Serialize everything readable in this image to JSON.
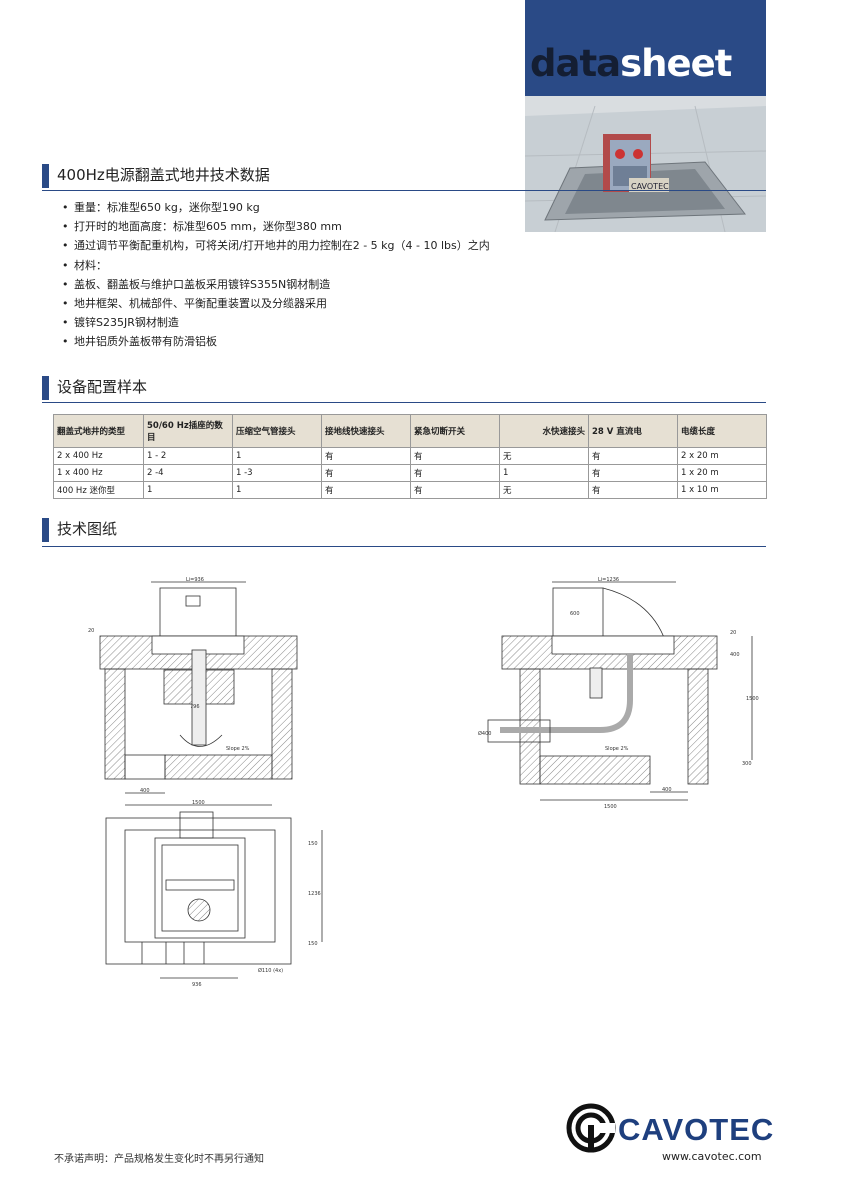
{
  "header": {
    "title_part1": "data",
    "title_part2": "sheet",
    "photo_label": "CAVOTEC"
  },
  "section1": {
    "title": "400Hz电源翻盖式地井技术数据",
    "bullets": [
      "重量：标准型650 kg，迷你型190 kg",
      "打开时的地面高度：标准型605 mm，迷你型380 mm",
      "通过调节平衡配重机构，可将关闭/打开地井的用力控制在2 - 5 kg（4 - 10 lbs）之内",
      "材料：",
      "盖板、翻盖板与维护口盖板采用镀锌S355N钢材制造",
      "地井框架、机械部件、平衡配重装置以及分缆器采用",
      "镀锌S235JR钢材制造",
      "地井铝质外盖板带有防滑铝板"
    ]
  },
  "section2": {
    "title": "设备配置样本",
    "columns": [
      "翻盖式地井的类型",
      "50/60 Hz插座的数目",
      "压缩空气管接头",
      "接地线快速接头",
      "紧急切断开关",
      "水快速接头",
      "28 V 直流电",
      "电缆长度"
    ],
    "rows": [
      [
        "2 x 400 Hz",
        "1 - 2",
        "1",
        "有",
        "有",
        "无",
        "有",
        "2 x 20 m"
      ],
      [
        "1 x 400 Hz",
        "2 -4",
        "1 -3",
        "有",
        "有",
        "1",
        "有",
        "1 x 20 m"
      ],
      [
        "400 Hz  迷你型",
        "1",
        "1",
        "有",
        "有",
        "无",
        "有",
        "1 x 10 m"
      ]
    ]
  },
  "section3": {
    "title": "技术图纸"
  },
  "drawings": {
    "left_top": {
      "dim_top": "Li=936",
      "dim_20": "20",
      "dim_796": "796",
      "slope": "Slope 2%",
      "dim_400": "400",
      "dim_1500": "1500"
    },
    "left_bottom": {
      "dim_150a": "150",
      "dim_1236": "1236",
      "dim_150b": "150",
      "dim_936": "936",
      "pipe": "Ø110 (4x)"
    },
    "right": {
      "dim_top": "Li=1236",
      "dim_600": "600",
      "dim_20": "20",
      "dim_400v": "400",
      "dim_1500v": "1500",
      "dim_300": "300",
      "dim_d400": "Ø400",
      "slope": "Slope 2%",
      "dim_400h": "400",
      "dim_1500h": "1500"
    }
  },
  "footer": {
    "disclaimer": "不承诺声明：产品规格发生变化时不再另行通知",
    "logo": "CAVOTEC",
    "website": "www.cavotec.com"
  },
  "colors": {
    "brand_blue": "#2a4a86",
    "table_header": "#e6e0d3"
  }
}
